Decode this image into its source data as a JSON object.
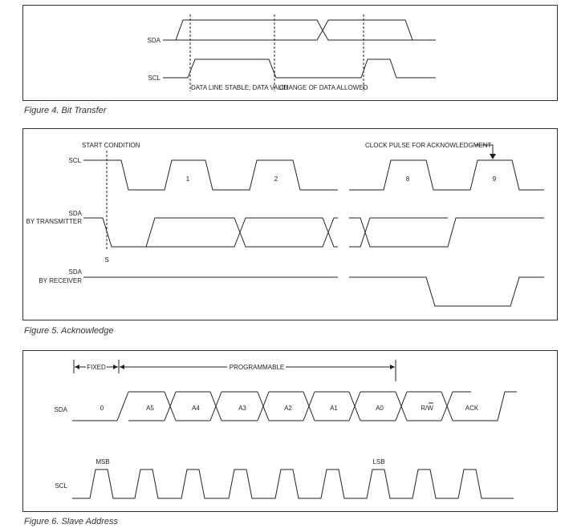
{
  "fig4": {
    "caption": "Figure 4. Bit Transfer",
    "sda_label": "SDA",
    "scl_label": "SCL",
    "stable_label": "DATA LINE STABLE; DATA VALID",
    "change_label": "CHANGE OF DATA ALLOWED"
  },
  "fig5": {
    "caption": "Figure 5. Acknowledge",
    "scl_label": "SCL",
    "sda_tx_label_1": "SDA",
    "sda_tx_label_2": "BY TRANSMITTER",
    "sda_rx_label_1": "SDA",
    "sda_rx_label_2": "BY RECEIVER",
    "start_label": "START CONDITION",
    "s_label": "S",
    "ack_pulse_label": "CLOCK PULSE FOR ACKNOWLEDGMENT",
    "pulse_numbers": [
      "1",
      "2",
      "8",
      "9"
    ]
  },
  "fig6": {
    "caption": "Figure 6. Slave Address",
    "sda_label": "SDA",
    "scl_label": "SCL",
    "fixed_label": "FIXED",
    "programmable_label": "PROGRAMMABLE",
    "msb_label": "MSB",
    "lsb_label": "LSB",
    "first_bit": "0",
    "bits": [
      "A5",
      "A4",
      "A3",
      "A2",
      "A1",
      "A0",
      "R/W",
      "ACK"
    ]
  }
}
